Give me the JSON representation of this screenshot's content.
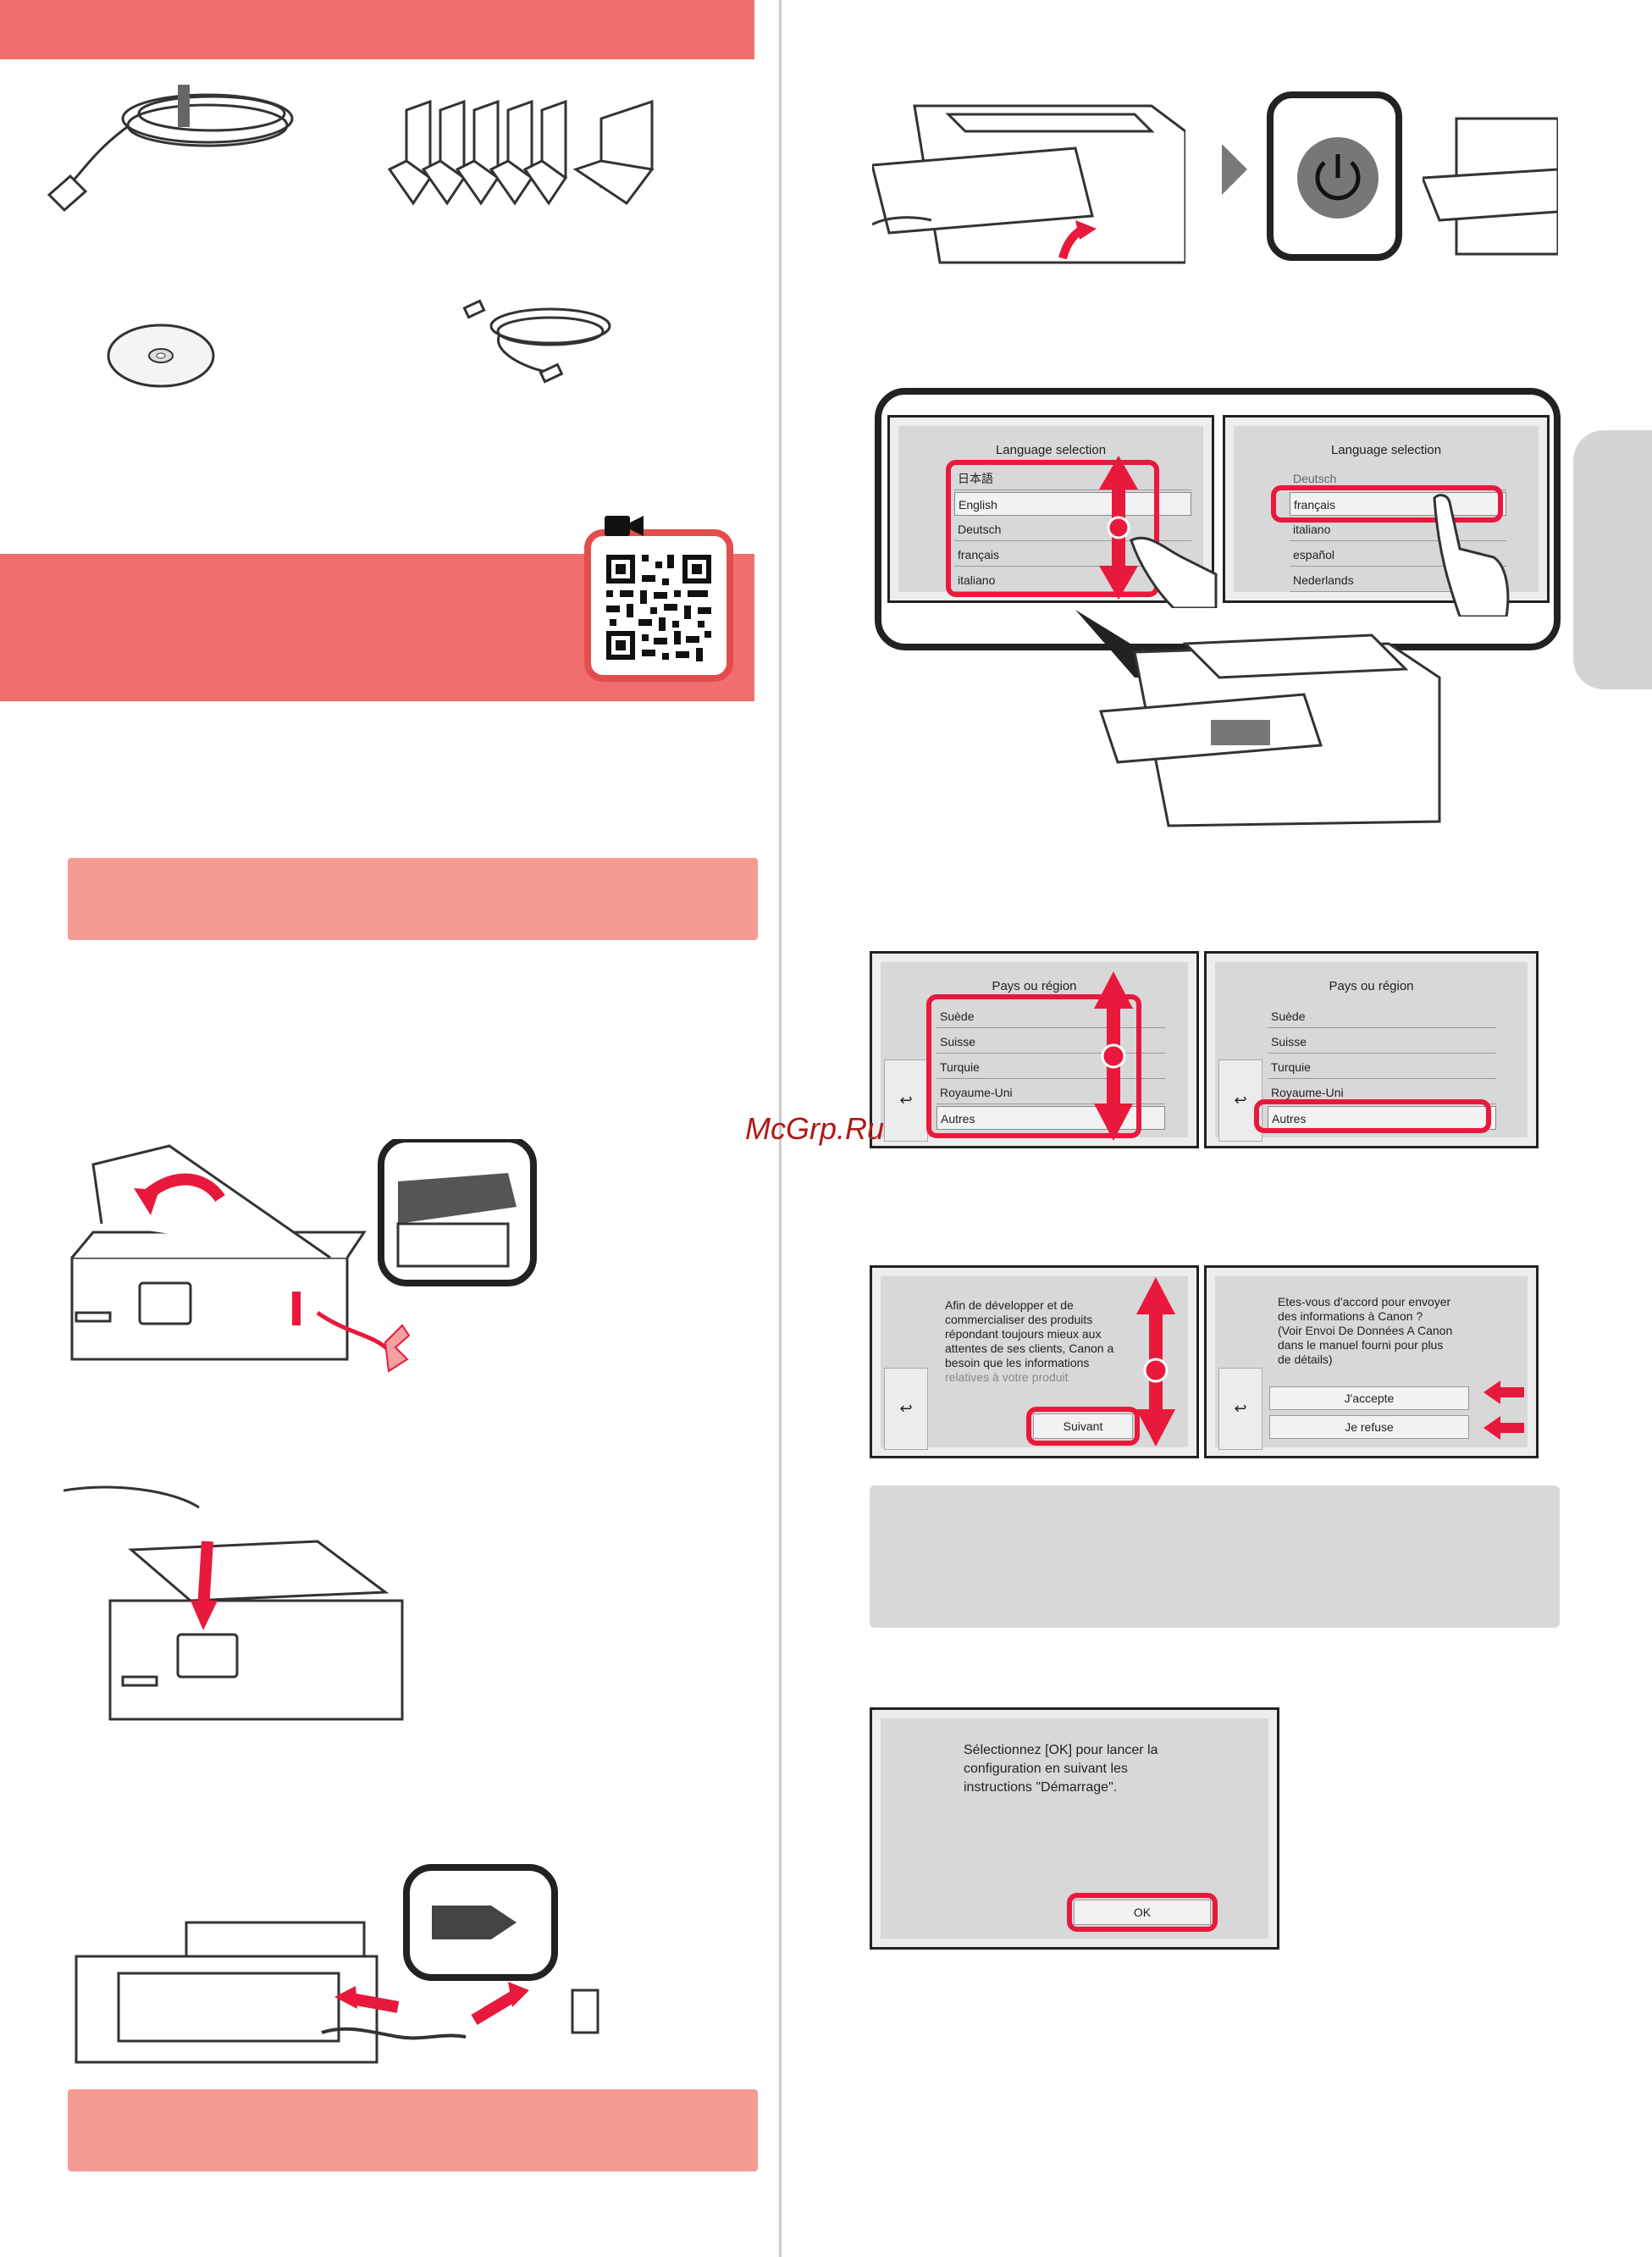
{
  "watermark": "McGrp.Ru",
  "language_screen_1": {
    "title": "Language selection",
    "items": [
      "日本語",
      "English",
      "Deutsch",
      "français",
      "italiano"
    ],
    "selected": "English"
  },
  "language_screen_2": {
    "title": "Language selection",
    "items": [
      "Deutsch",
      "français",
      "italiano",
      "español",
      "Nederlands"
    ],
    "selected": "français"
  },
  "country_screen_1": {
    "title": "Pays ou région",
    "items": [
      "Suède",
      "Suisse",
      "Turquie",
      "Royaume-Uni",
      "Autres"
    ],
    "selected": "Autres"
  },
  "country_screen_2": {
    "title": "Pays ou région",
    "items": [
      "Suède",
      "Suisse",
      "Turquie",
      "Royaume-Uni",
      "Autres"
    ],
    "selected": "Autres"
  },
  "info_screen": {
    "lines": [
      "Afin de développer et de",
      "commercialiser des produits",
      "répondant toujours mieux aux",
      "attentes de ses clients, Canon a",
      "besoin que les informations",
      "relatives à votre produit"
    ],
    "next_label": "Suivant"
  },
  "consent_screen": {
    "lines": [
      "Etes-vous d'accord pour envoyer",
      "des informations à Canon ?",
      "(Voir Envoi De Données A Canon",
      "dans le manuel fourni pour plus",
      "de détails)"
    ],
    "accept_label": "J'accepte",
    "refuse_label": "Je refuse"
  },
  "ok_screen": {
    "lines": [
      "Sélectionnez [OK] pour lancer la",
      "configuration en suivant les",
      "instructions \"Démarrage\"."
    ],
    "ok_label": "OK"
  },
  "icons": {
    "back": "↩"
  }
}
